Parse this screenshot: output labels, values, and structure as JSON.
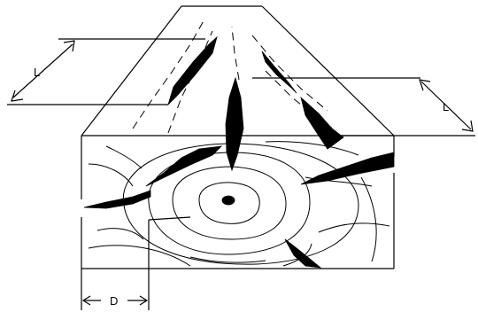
{
  "labels": {
    "length_left": "L",
    "length_right": "L",
    "depth": "D"
  }
}
